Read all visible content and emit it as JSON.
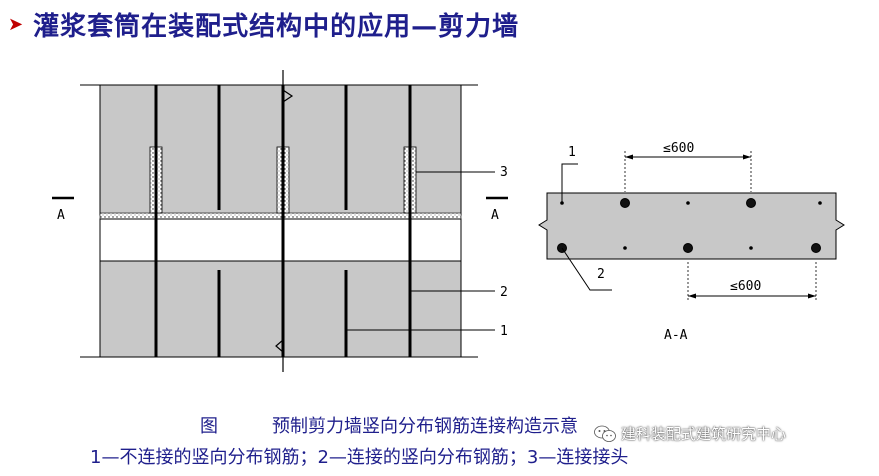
{
  "header": {
    "bullet_icon": "triangle-right-icon",
    "title": "灌浆套筒在装配式结构中的应用—剪力墙",
    "title_color": "#1f1f8c",
    "bullet_color": "#c00000"
  },
  "elevation": {
    "section_mark_left": "A",
    "section_mark_right": "A",
    "callouts": [
      "3",
      "2",
      "1"
    ]
  },
  "section_view": {
    "callout_top": "1",
    "callout_bottom": "2",
    "spacing_top": "≤600",
    "spacing_bottom": "≤600",
    "label": "A-A"
  },
  "caption": {
    "figure_label": "图",
    "figure_title": "预制剪力墙竖向分布钢筋连接构造示意",
    "legend": "1—不连接的竖向分布钢筋；2—连接的竖向分布钢筋；3—连接接头"
  },
  "watermark": {
    "icon": "wechat-icon",
    "text": "建科装配式建筑研究中心"
  }
}
